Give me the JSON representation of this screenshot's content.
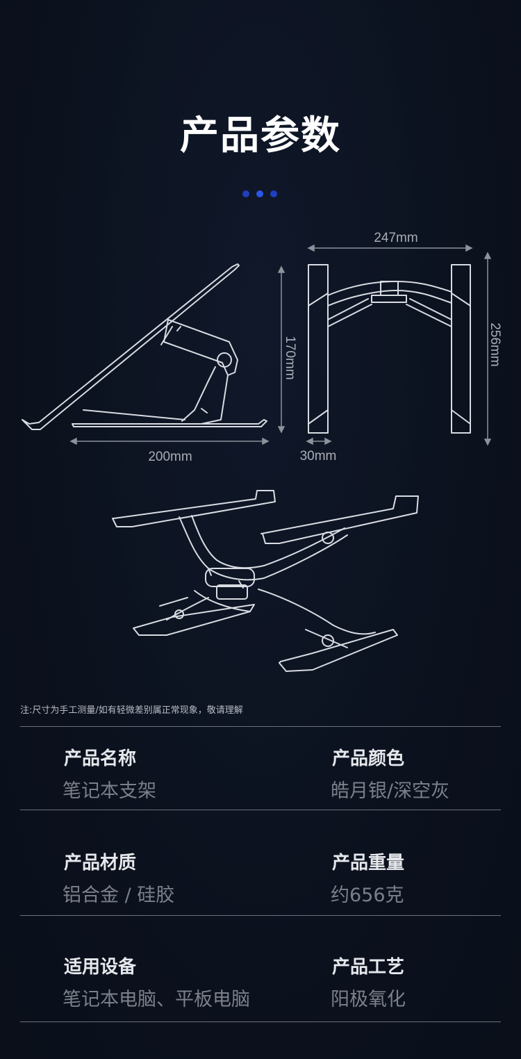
{
  "title": "产品参数",
  "dimensions": {
    "width_top": "247mm",
    "height_side": "170mm",
    "height_front": "256mm",
    "depth_base": "200mm",
    "arm_width": "30mm"
  },
  "note": "注:尺寸为手工测量/如有轻微差别属正常现象，敬请理解",
  "specs": [
    {
      "label": "产品名称",
      "value": "笔记本支架"
    },
    {
      "label": "产品颜色",
      "value": "皓月银/深空灰"
    },
    {
      "label": "产品材质",
      "value": "铝合金 / 硅胶"
    },
    {
      "label": "产品重量",
      "value": "约656克"
    },
    {
      "label": "适用设备",
      "value": "笔记本电脑、平板电脑"
    },
    {
      "label": "产品工艺",
      "value": "阳极氧化"
    }
  ],
  "colors": {
    "background": "#0c1220",
    "accent_dot": "#2a55e6",
    "line": "#d9dce2"
  }
}
